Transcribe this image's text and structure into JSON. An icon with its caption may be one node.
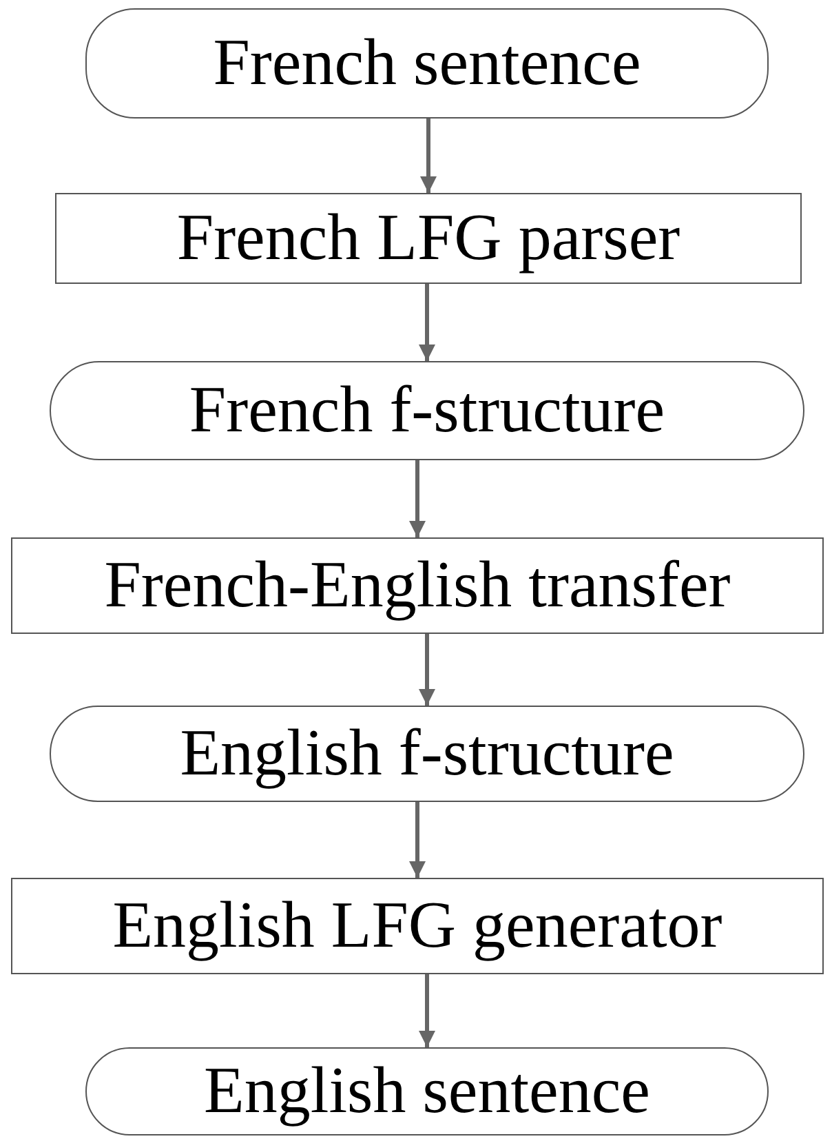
{
  "diagram": {
    "nodes": [
      {
        "text": [
          "French sentence"
        ]
      },
      {
        "text": [
          "French LFG parser"
        ]
      },
      {
        "text": [
          "French f-structure"
        ]
      },
      {
        "text": [
          "French-English transfer"
        ]
      },
      {
        "text": [
          "English f-structure"
        ]
      },
      {
        "text": [
          "English LFG generator"
        ]
      },
      {
        "text": [
          "English sentence"
        ]
      }
    ],
    "edges": [
      {
        "from": 0,
        "to": 1,
        "arrow": "to"
      },
      {
        "from": 1,
        "to": 2,
        "arrow": "to"
      },
      {
        "from": 2,
        "to": 3,
        "arrow": "to"
      },
      {
        "from": 3,
        "to": 4,
        "arrow": "to"
      },
      {
        "from": 4,
        "to": 5,
        "arrow": "to"
      },
      {
        "from": 5,
        "to": 6,
        "arrow": "to"
      }
    ]
  }
}
